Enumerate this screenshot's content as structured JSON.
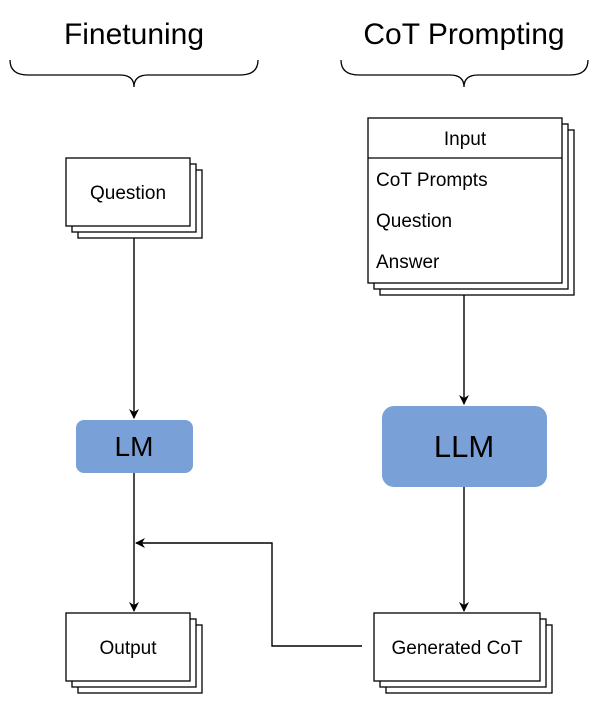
{
  "sections": {
    "finetuning_title": "Finetuning",
    "cot_prompting_title": "CoT Prompting"
  },
  "finetuning": {
    "question_label": "Question",
    "model_label": "LM",
    "output_label": "Output"
  },
  "cot": {
    "input_header": "Input",
    "input_items": [
      "CoT Prompts",
      "Question",
      "Answer"
    ],
    "model_label": "LLM",
    "generated_label": "Generated CoT"
  },
  "colors": {
    "model_fill": "#7aa0d8",
    "stroke": "#000000",
    "background": "#ffffff"
  }
}
